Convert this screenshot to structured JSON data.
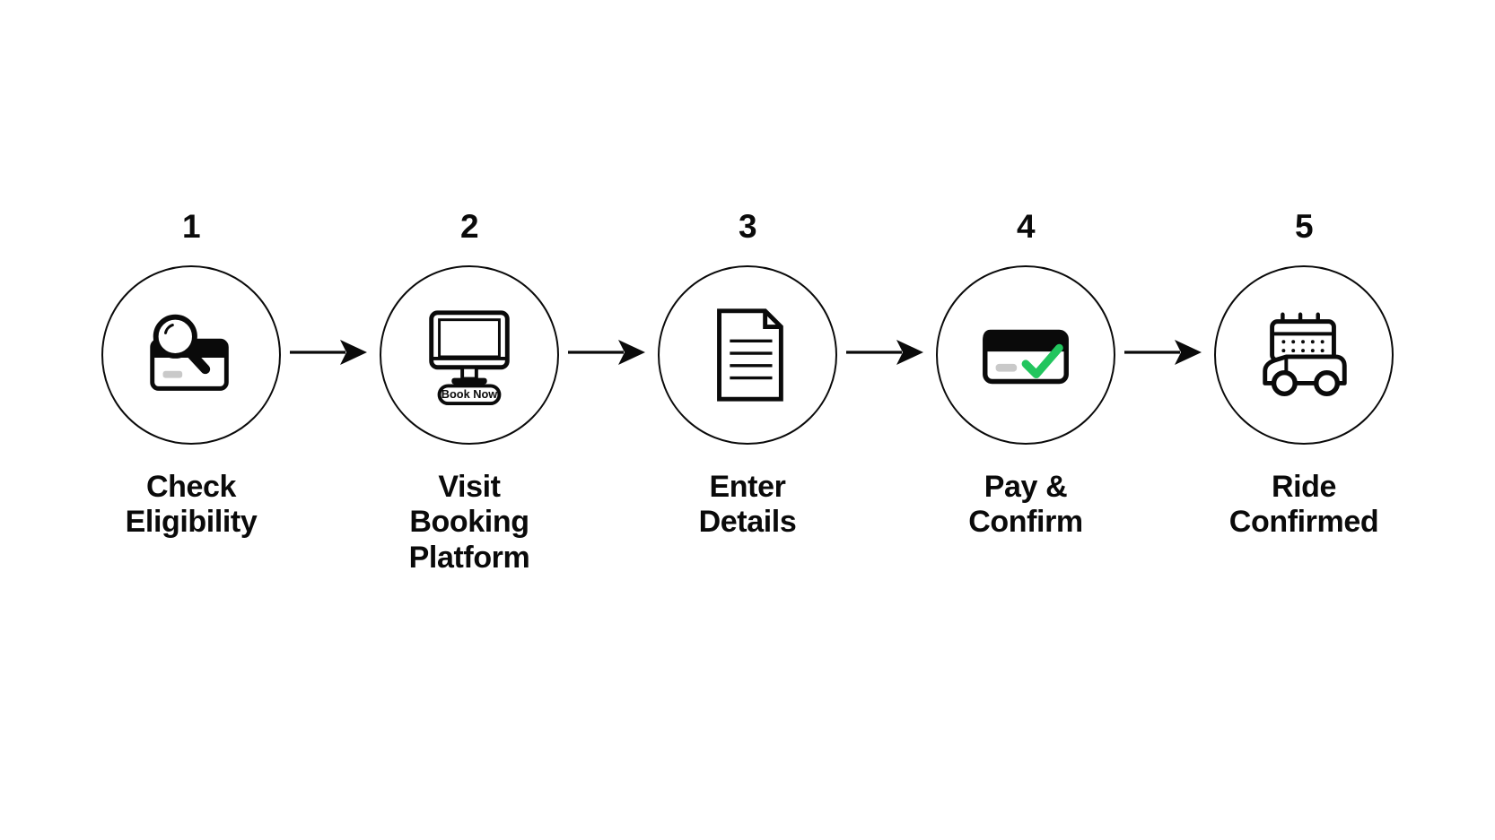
{
  "diagram": {
    "type": "horizontal-process-flow",
    "background_color": "#ffffff",
    "line_color": "#0a0a0a",
    "accent_color": "#22c55e",
    "muted_color": "#c9c9c9",
    "step_count": 5,
    "steps": [
      {
        "number": "1",
        "label": "Check\nEligibility",
        "icon": "magnifier-over-credit-card-icon"
      },
      {
        "number": "2",
        "label": "Visit\nBooking\nPlatform",
        "icon": "monitor-book-now-icon",
        "icon_text": "Book Now"
      },
      {
        "number": "3",
        "label": "Enter\nDetails",
        "icon": "document-lines-icon"
      },
      {
        "number": "4",
        "label": "Pay &\nConfirm",
        "icon": "credit-card-check-icon"
      },
      {
        "number": "5",
        "label": "Ride\nConfirmed",
        "icon": "car-calendar-icon"
      }
    ],
    "connectors": [
      {
        "from": "1",
        "to": "2",
        "glyph": "arrow-right"
      },
      {
        "from": "2",
        "to": "3",
        "glyph": "arrow-right"
      },
      {
        "from": "3",
        "to": "4",
        "glyph": "arrow-right"
      },
      {
        "from": "4",
        "to": "5",
        "glyph": "arrow-right"
      }
    ]
  }
}
